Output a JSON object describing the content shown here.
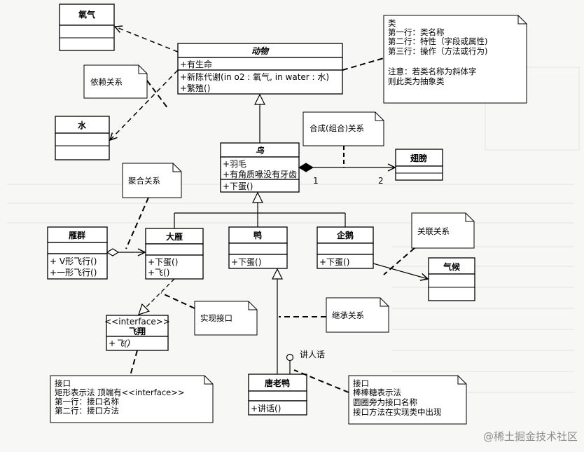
{
  "classes": {
    "oxygen": {
      "name": "氧气"
    },
    "water": {
      "name": "水"
    },
    "animal": {
      "name": "动物",
      "attrs": [
        "+有生命"
      ],
      "ops": [
        "+新陈代谢(in o2 : 氧气,  in water : 水)",
        "+繁殖()"
      ]
    },
    "bird": {
      "name": "鸟",
      "attrs": [
        "+羽毛",
        "+有角质喙没有牙齿"
      ],
      "ops": [
        "+下蛋()"
      ]
    },
    "wing": {
      "name": "翅膀"
    },
    "goose_flock": {
      "name": "雁群",
      "ops": [
        "+ V形飞行()",
        "+一形飞行()"
      ]
    },
    "goose": {
      "name": "大雁",
      "ops": [
        "+下蛋()",
        "+飞()"
      ]
    },
    "duck": {
      "name": "鸭",
      "ops": [
        "+下蛋()"
      ]
    },
    "penguin": {
      "name": "企鹅",
      "ops": [
        "+下蛋()"
      ]
    },
    "climate": {
      "name": "气候"
    },
    "fly_interface": {
      "stereotype": "<<interface>>",
      "name": "飞翔",
      "ops": [
        "+飞()"
      ]
    },
    "tang_duck": {
      "name": "唐老鸭",
      "ops": [
        "+讲话()"
      ]
    }
  },
  "notes": {
    "dependency": "依赖关系",
    "composition": "合成(组合)关系",
    "aggregation": "聚合关系",
    "association": "关联关系",
    "realization": "实现接口",
    "inheritance": "继承关系",
    "class_desc": [
      "类",
      "第一行：类名称",
      "第二行：特性（字段或属性)",
      "第三行：操作（方法或行为)",
      "",
      "注意：若类名称为斜体字",
      "则此类为抽象类"
    ],
    "interface_desc": [
      "接口",
      "矩形表示法  顶端有<<interface>>",
      "第一行：接口名称",
      "第二行：接口方法"
    ],
    "lollipop_desc": [
      "接口",
      "棒棒糖表示法",
      "圆圈旁为接口名称",
      "接口方法在实现类中出现"
    ]
  },
  "labels": {
    "multiplicity_1": "1",
    "multiplicity_2": "2",
    "speak_interface": "讲人话"
  },
  "watermark": "@稀土掘金技术社区"
}
